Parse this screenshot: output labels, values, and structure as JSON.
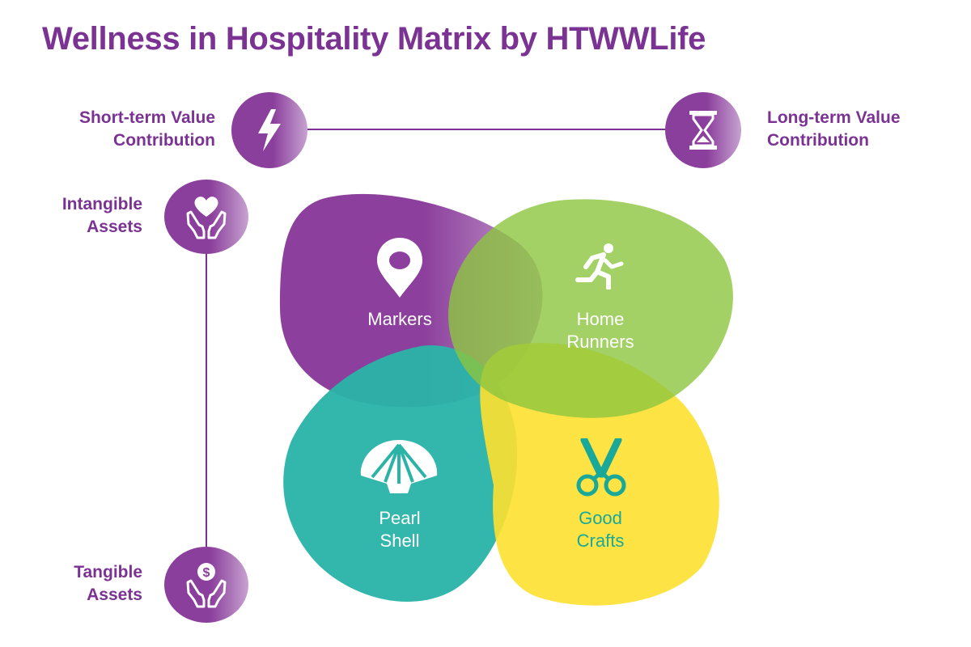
{
  "title": "Wellness in Hospitality Matrix by HTWWLife",
  "axes": {
    "horizontal": {
      "left": {
        "line1": "Short-term Value",
        "line2": "Contribution",
        "icon": "lightning-icon"
      },
      "right": {
        "line1": "Long-term Value",
        "line2": "Contribution",
        "icon": "hourglass-icon"
      }
    },
    "vertical": {
      "top": {
        "line1": "Intangible",
        "line2": "Assets",
        "icon": "hands-heart-icon"
      },
      "bottom": {
        "line1": "Tangible",
        "line2": "Assets",
        "icon": "hands-dollar-icon"
      }
    }
  },
  "quadrants": [
    {
      "id": "markers",
      "line1": "Markers",
      "line2": "",
      "icon": "map-pin-icon",
      "color": "#8c3f9c",
      "text_color": "#ffffff"
    },
    {
      "id": "home-runners",
      "line1": "Home",
      "line2": "Runners",
      "icon": "runner-icon",
      "color": "#8cc63f",
      "text_color": "#ffffff"
    },
    {
      "id": "pearl-shell",
      "line1": "Pearl",
      "line2": "Shell",
      "icon": "shell-icon",
      "color": "#2bb3a8",
      "text_color": "#ffffff"
    },
    {
      "id": "good-crafts",
      "line1": "Good",
      "line2": "Crafts",
      "icon": "scissors-icon",
      "color": "#fde02f",
      "text_color": "#1aa898"
    }
  ],
  "colors": {
    "brand_purple": "#7b3393",
    "circle_purple": "#8b3f9c",
    "circle_highlight": "#c7a3d1"
  }
}
